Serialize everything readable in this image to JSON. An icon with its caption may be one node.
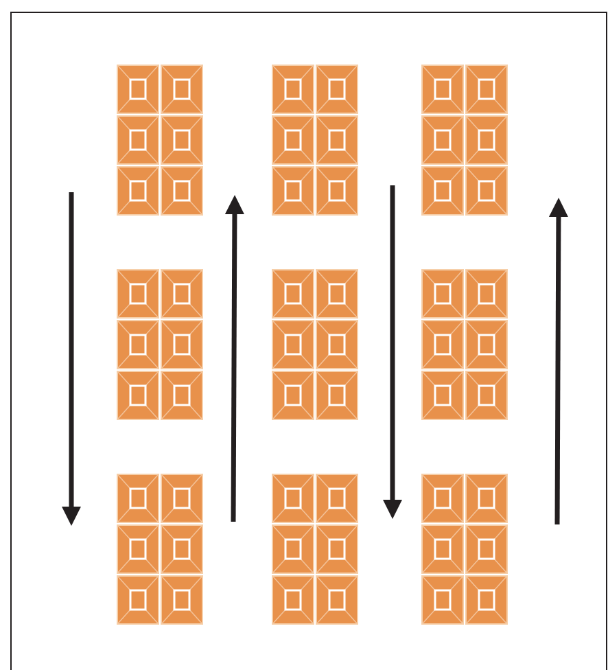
{
  "diagram": {
    "nodes": [
      {
        "text": [],
        "shape": "box"
      },
      {
        "text": [],
        "shape": "box"
      },
      {
        "text": [],
        "shape": "box"
      },
      {
        "text": [],
        "shape": "box"
      },
      {
        "text": [],
        "shape": "box"
      },
      {
        "text": [],
        "shape": "box"
      },
      {
        "text": [],
        "shape": "box"
      },
      {
        "text": [],
        "shape": "box"
      },
      {
        "text": [],
        "shape": "box"
      },
      {
        "text": [],
        "shape": "box"
      },
      {
        "text": [],
        "shape": "box"
      },
      {
        "text": [],
        "shape": "box"
      },
      {
        "text": [],
        "shape": "box"
      },
      {
        "text": [],
        "shape": "box"
      },
      {
        "text": [],
        "shape": "box"
      },
      {
        "text": [],
        "shape": "box"
      },
      {
        "text": [],
        "shape": "box"
      },
      {
        "text": [],
        "shape": "box"
      },
      {
        "text": [],
        "shape": "box"
      },
      {
        "text": [],
        "shape": "box"
      },
      {
        "text": [],
        "shape": "box"
      },
      {
        "text": [],
        "shape": "box"
      },
      {
        "text": [],
        "shape": "box"
      },
      {
        "text": [],
        "shape": "box"
      },
      {
        "text": [],
        "shape": "box"
      },
      {
        "text": [],
        "shape": "box"
      },
      {
        "text": [],
        "shape": "box"
      },
      {
        "text": [],
        "shape": "box"
      },
      {
        "text": [],
        "shape": "box"
      },
      {
        "text": [],
        "shape": "box"
      },
      {
        "text": [],
        "shape": "box"
      },
      {
        "text": [],
        "shape": "box"
      },
      {
        "text": [],
        "shape": "box"
      },
      {
        "text": [],
        "shape": "box"
      },
      {
        "text": [],
        "shape": "box"
      },
      {
        "text": [],
        "shape": "box"
      },
      {
        "text": [],
        "shape": "box"
      },
      {
        "text": [],
        "shape": "box"
      },
      {
        "text": [],
        "shape": "box"
      },
      {
        "text": [],
        "shape": "box"
      },
      {
        "text": [],
        "shape": "box"
      },
      {
        "text": [],
        "shape": "box"
      },
      {
        "text": [],
        "shape": "box"
      },
      {
        "text": [],
        "shape": "box"
      },
      {
        "text": [],
        "shape": "box"
      },
      {
        "text": [],
        "shape": "box"
      },
      {
        "text": [],
        "shape": "box"
      },
      {
        "text": [],
        "shape": "box"
      },
      {
        "text": [],
        "shape": "box"
      },
      {
        "text": [],
        "shape": "box"
      },
      {
        "text": [],
        "shape": "box"
      },
      {
        "text": [],
        "shape": "box"
      },
      {
        "text": [],
        "shape": "box"
      },
      {
        "text": [],
        "shape": "box"
      }
    ]
  }
}
